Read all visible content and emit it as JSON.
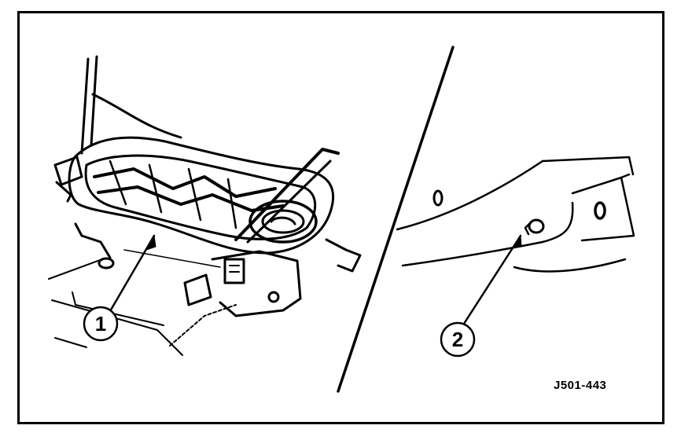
{
  "figure": {
    "code": "J501-443",
    "callouts": [
      {
        "number": "1"
      },
      {
        "number": "2"
      }
    ]
  },
  "colors": {
    "ink": "#000000",
    "paper": "#ffffff"
  }
}
